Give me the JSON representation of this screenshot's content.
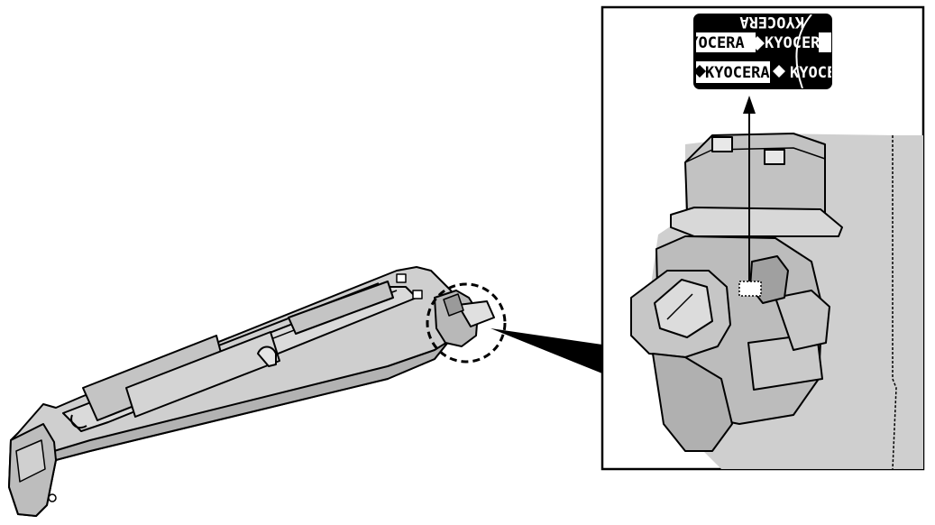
{
  "figure": {
    "description_type": "technical illustration",
    "colors": {
      "body_fill": "#cfcfcf",
      "body_dark": "#a9a9a9",
      "body_light": "#e2e2e2",
      "outline": "#000000",
      "callout_fill": "#000000",
      "background": "#ffffff"
    },
    "label": {
      "row1": "KYOCERA",
      "row2": "KYOCERA",
      "row3": "KYOCERA"
    }
  }
}
